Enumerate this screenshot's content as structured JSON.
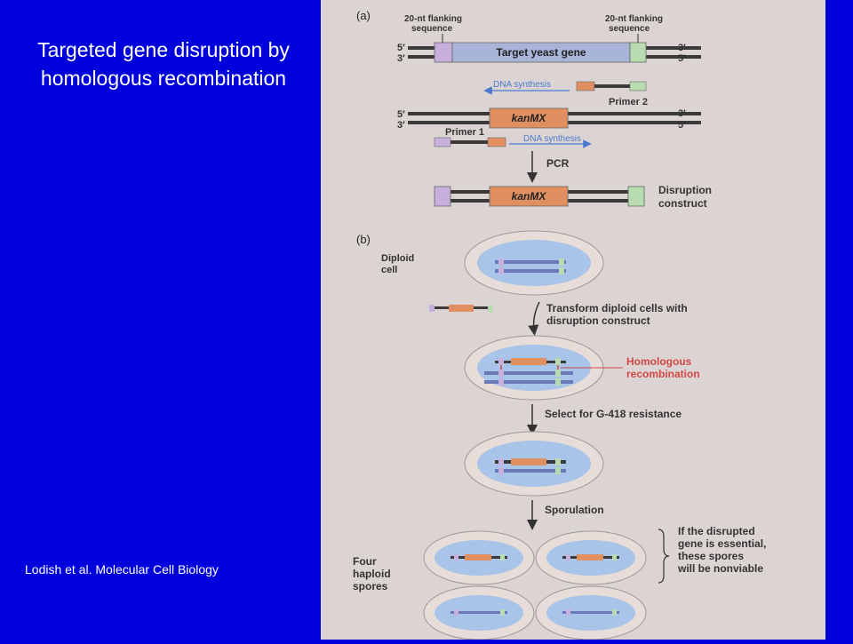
{
  "slide": {
    "title_line1": "Targeted gene disruption by",
    "title_line2": "homologous recombination",
    "citation": "Lodish et al. Molecular Cell Biology"
  },
  "colors": {
    "background": "#0000dc",
    "figure_bg": "#dcd4d2",
    "dna": "#3a3a3a",
    "flank_left": "#c8b0dc",
    "flank_right": "#b8dcb0",
    "target_gene": "#a8b4d8",
    "kanmx": "#e09060",
    "cell_outer": "#e8dcd8",
    "cell_inner": "#a8c4e8",
    "accent_red": "#d04848",
    "arrow_blue": "#4a7ad0"
  },
  "figure": {
    "part_a": {
      "label": "(a)",
      "flank_left_label1": "20-nt flanking",
      "flank_left_label2": "sequence",
      "flank_right_label1": "20-nt flanking",
      "flank_right_label2": "sequence",
      "five_prime": "5′",
      "three_prime": "3′",
      "target_gene": "Target yeast gene",
      "dna_synthesis_top": "DNA synthesis",
      "primer2": "Primer 2",
      "kanmx": "kanMX",
      "primer1": "Primer 1",
      "dna_synthesis_bottom": "DNA synthesis",
      "pcr": "PCR",
      "construct_line1": "Disruption",
      "construct_line2": "construct"
    },
    "part_b": {
      "label": "(b)",
      "diploid_line1": "Diploid",
      "diploid_line2": "cell",
      "transform_line1": "Transform diploid cells with",
      "transform_line2": "disruption construct",
      "homologous_line1": "Homologous",
      "homologous_line2": "recombination",
      "select": "Select for G-418 resistance",
      "sporulation": "Sporulation",
      "essential_line1": "If the disrupted",
      "essential_line2": "gene is essential,",
      "essential_line3": "these spores",
      "essential_line4": "will be nonviable",
      "four_line1": "Four",
      "four_line2": "haploid",
      "four_line3": "spores"
    }
  }
}
